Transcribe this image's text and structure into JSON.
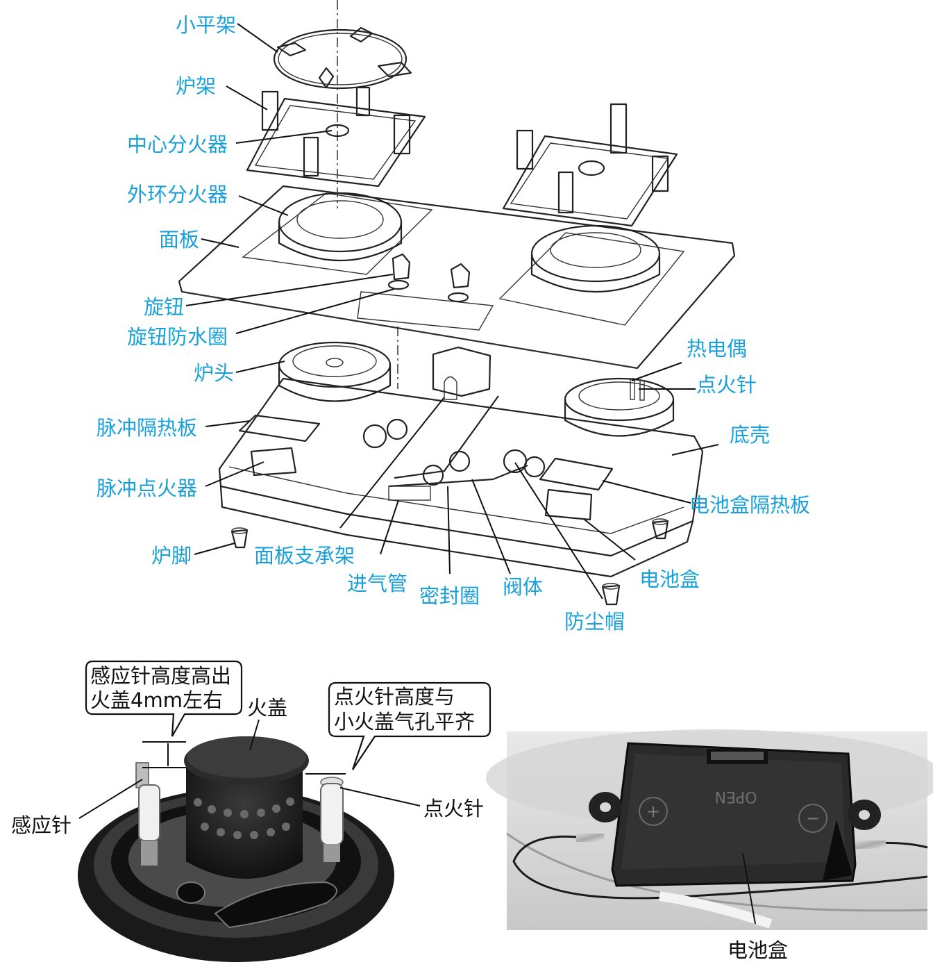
{
  "exploded_view": {
    "labels": {
      "small_rack": "小平架",
      "pan_support": "炉架",
      "center_distributor": "中心分火器",
      "outer_distributor": "外环分火器",
      "panel": "面板",
      "knob": "旋钮",
      "knob_seal": "旋钮防水圈",
      "burner": "炉头",
      "pulse_heat_shield": "脉冲隔热板",
      "pulse_igniter": "脉冲点火器",
      "foot": "炉脚",
      "panel_bracket": "面板支承架",
      "gas_inlet_pipe": "进气管",
      "seal_ring": "密封圈",
      "valve_body": "阀体",
      "dust_cap": "防尘帽",
      "battery_box": "电池盒",
      "battery_heat_shield": "电池盒隔热板",
      "bottom_shell": "底壳",
      "ignition_needle": "点火针",
      "thermocouple": "热电偶"
    }
  },
  "detail_photo_left": {
    "callout_sensor": [
      "感应针高度高出",
      "火盖4mm左右"
    ],
    "callout_igniter": [
      "点火针高度与",
      "小火盖气孔平齐"
    ],
    "fire_cap": "火盖",
    "sensor_needle": "感应针",
    "ignition_needle": "点火针"
  },
  "detail_photo_right": {
    "battery_box": "电池盒",
    "box_marking": "OPEN",
    "plus": "+",
    "minus": "−"
  },
  "colors": {
    "label": "#1aa0d8",
    "line": "#222222"
  }
}
